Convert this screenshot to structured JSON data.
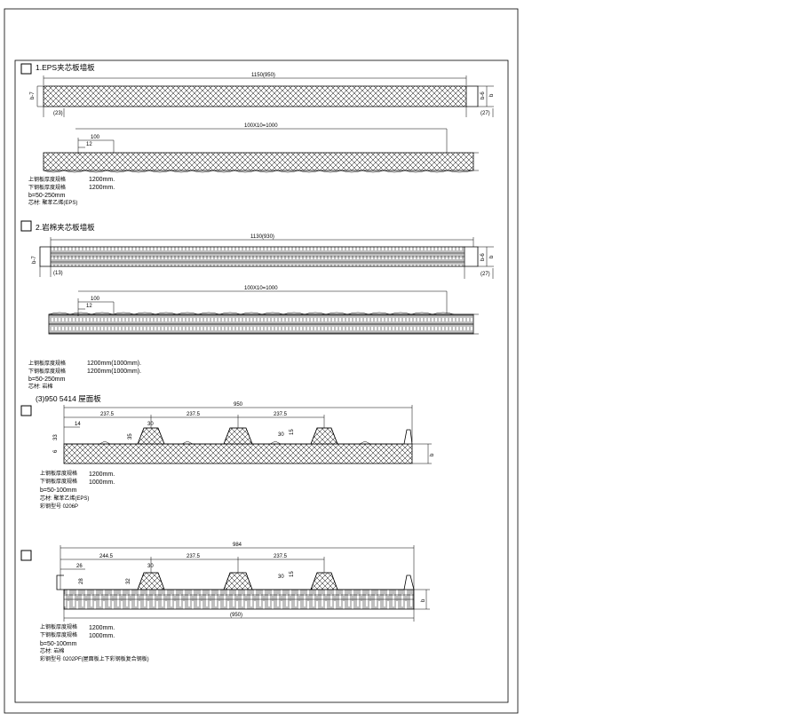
{
  "sections": [
    {
      "title": "1.EPS夹芯板墙板",
      "dim_total": "1150(950)",
      "dim_top": "100X10=1000",
      "dim_100": "100",
      "dim_12": "12",
      "left_height": "b-7",
      "right_height": "b-6",
      "right_b": "b",
      "left_edge": "(23)",
      "right_edge": "(27)",
      "notes": [
        "上钢板厚度规格",
        "下钢板厚度规格",
        "b=50-250mm",
        "芯材: 聚苯乙烯(EPS)"
      ],
      "note_values": [
        "1200mm.",
        "1200mm."
      ]
    },
    {
      "title": "2.岩棉夹芯板墙板",
      "dim_total": "1130(930)",
      "dim_top": "100X10=1000",
      "dim_100": "100",
      "dim_12": "12",
      "left_height": "b-7",
      "right_height": "b-6",
      "right_b": "b",
      "left_edge": "(13)",
      "right_edge": "(27)",
      "notes": [
        "上钢板厚度规格",
        "下钢板厚度规格",
        "b=50-250mm",
        "芯材: 岩棉"
      ],
      "note_values": [
        "1200mm(1000mm).",
        "1200mm(1000mm)."
      ]
    },
    {
      "title": "(3)950   5414 屋面板",
      "dim_total": "950",
      "dims": [
        "237.5",
        "237.5",
        "237.5"
      ],
      "dim_14": "14",
      "dim_30": "30",
      "dim_30b": "30",
      "dim_33": "33",
      "dim_35": "35",
      "dim_15": "15",
      "dim_6": "6",
      "right_b": "b",
      "notes": [
        "上钢板厚度规格",
        "下钢板厚度规格",
        "b=50-100mm",
        "芯材: 聚苯乙烯(EPS)",
        "彩钢型号 0206P"
      ],
      "note_values": [
        "1200mm.",
        "1000mm."
      ]
    },
    {
      "title": "",
      "dim_total": "984",
      "dims": [
        "244.5",
        "237.5",
        "237.5"
      ],
      "dim_bottom": "(950)",
      "dim_26": "26",
      "dim_30": "30",
      "dim_30b": "30",
      "dim_32": "32",
      "dim_28": "28",
      "dim_15": "15",
      "right_b": "b",
      "notes": [
        "上钢板厚度规格",
        "下钢板厚度规格",
        "b=50-100mm",
        "芯材: 岩棉",
        "彩钢型号 0202PF(屋面板上下彩钢板复合钢板)"
      ],
      "note_values": [
        "1200mm.",
        "1000mm."
      ]
    }
  ]
}
